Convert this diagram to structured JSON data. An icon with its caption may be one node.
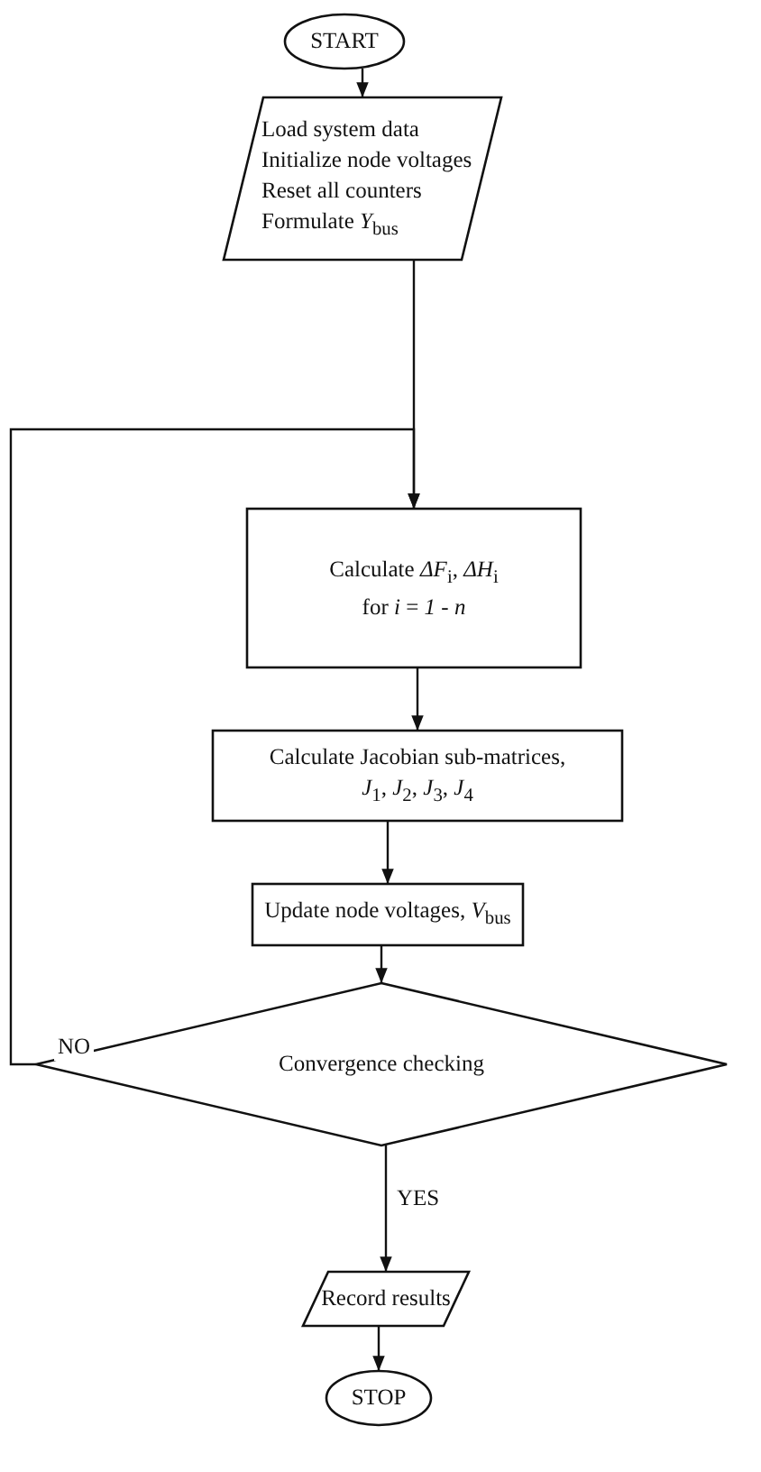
{
  "diagram": {
    "nodes": [
      {
        "text": [
          "START"
        ]
      },
      {
        "text": [
          "Load system data Initialize node voltages Reset all counters Formulate *Y*$_{bus}$"
        ]
      },
      {
        "text": [
          "Calculate *ΔF*$_{i}$, *ΔH*$_{i}$ for *i* = *1 - n*"
        ]
      },
      {
        "text": [
          "Calculate Jacobian sub-matrices, *J*$_{1}$, *J*$_{2}$, *J*$_{3}$, *J*$_{4}$"
        ]
      },
      {
        "text": [
          "Update node voltages, *V*$_{bus}$"
        ]
      },
      {
        "text": [
          "Convergence checking"
        ]
      },
      {
        "text": [
          "Record results"
        ]
      },
      {
        "text": [
          "STOP"
        ]
      }
    ],
    "edges": [
      {
        "from": 0,
        "to": 1,
        "arrow": "to"
      },
      {
        "from": 1,
        "to": 2,
        "arrow": "to"
      },
      {
        "from": 2,
        "to": 3,
        "arrow": "to"
      },
      {
        "from": 3,
        "to": 4,
        "arrow": "to"
      },
      {
        "from": 4,
        "to": 5,
        "arrow": "to"
      },
      {
        "from": 5,
        "to": 2,
        "label": "NO",
        "arrow": "to"
      },
      {
        "from": 5,
        "to": 6,
        "label": "YES",
        "arrow": "to"
      },
      {
        "from": 6,
        "to": 7,
        "arrow": "to"
      }
    ]
  }
}
